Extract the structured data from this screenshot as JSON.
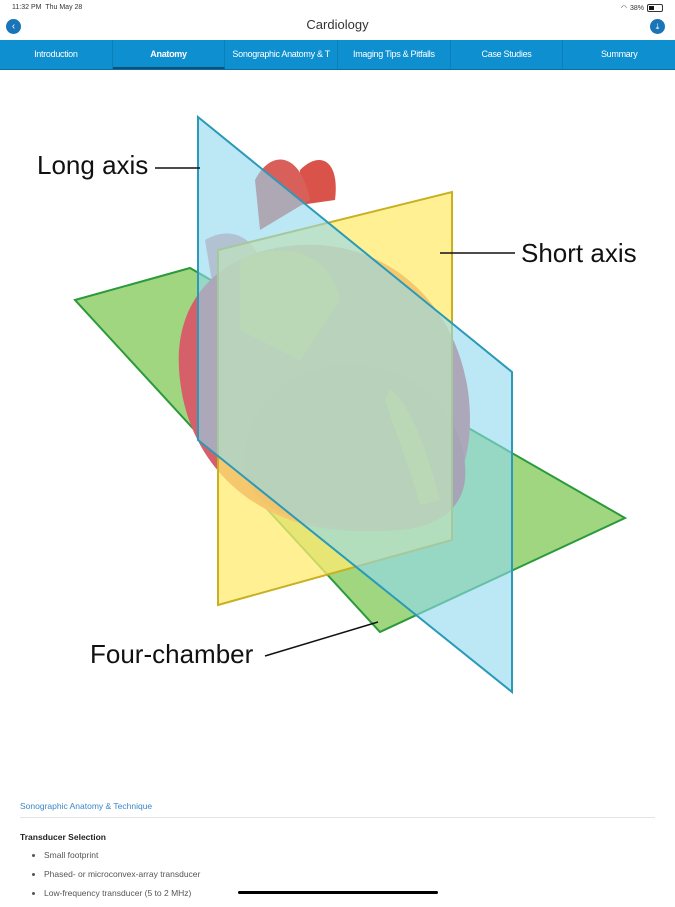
{
  "status": {
    "time": "11:32 PM",
    "date": "Thu May 28",
    "battery": "38%"
  },
  "nav": {
    "title": "Cardiology",
    "back_icon": "chevron-left-icon",
    "share_icon": "download-icon"
  },
  "tabs": [
    {
      "label": "Introduction"
    },
    {
      "label": "Anatomy",
      "active": true
    },
    {
      "label": "Sonographic Anatomy & T"
    },
    {
      "label": "Imaging Tips & Pitfalls"
    },
    {
      "label": "Case Studies"
    },
    {
      "label": "Summary"
    }
  ],
  "figure": {
    "labels": {
      "long_axis": "Long axis",
      "short_axis": "Short axis",
      "four_chamber": "Four-chamber"
    }
  },
  "content": {
    "section_link": "Sonographic Anatomy & Technique",
    "heading": "Transducer Selection",
    "bullets": [
      "Small footprint",
      "Phased- or microconvex-array transducer",
      "Low-frequency transducer (5 to 2 MHz)"
    ]
  },
  "colors": {
    "accent": "#0e8fd0"
  }
}
